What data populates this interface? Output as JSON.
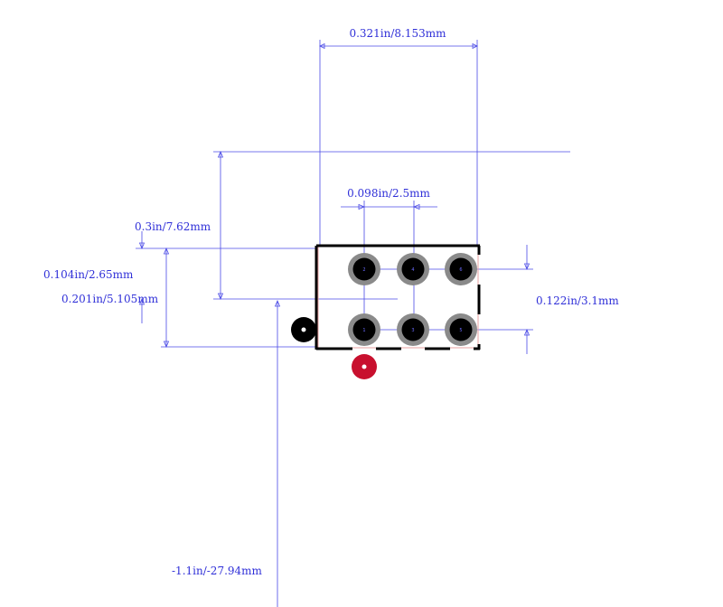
{
  "colors": {
    "dimension": "#4a4ae6",
    "dimension_text": "#3030d8",
    "silkscreen": "#000000",
    "courtyard": "#e8a0a0",
    "pad_ring": "#8a8a8a",
    "pad_hole": "#000000",
    "pin1_marker": "#c8102e"
  },
  "dimensions": {
    "body_width": "0.321in/8.153mm",
    "pin_pitch": "0.098in/2.5mm",
    "total_height": "0.3in/7.62mm",
    "row_offset": "0.104in/2.65mm",
    "body_depth": "0.201in/5.105mm",
    "row_spacing": "0.122in/3.1mm",
    "origin_offset": "-1.1in/-27.94mm"
  },
  "pads": {
    "top_row": [
      "2",
      "4",
      "6"
    ],
    "bottom_row": [
      "1",
      "3",
      "5"
    ]
  },
  "markers": {
    "pin1_indicator_icon": "pin1-dot-icon",
    "orientation_icon": "orientation-dot-icon"
  }
}
